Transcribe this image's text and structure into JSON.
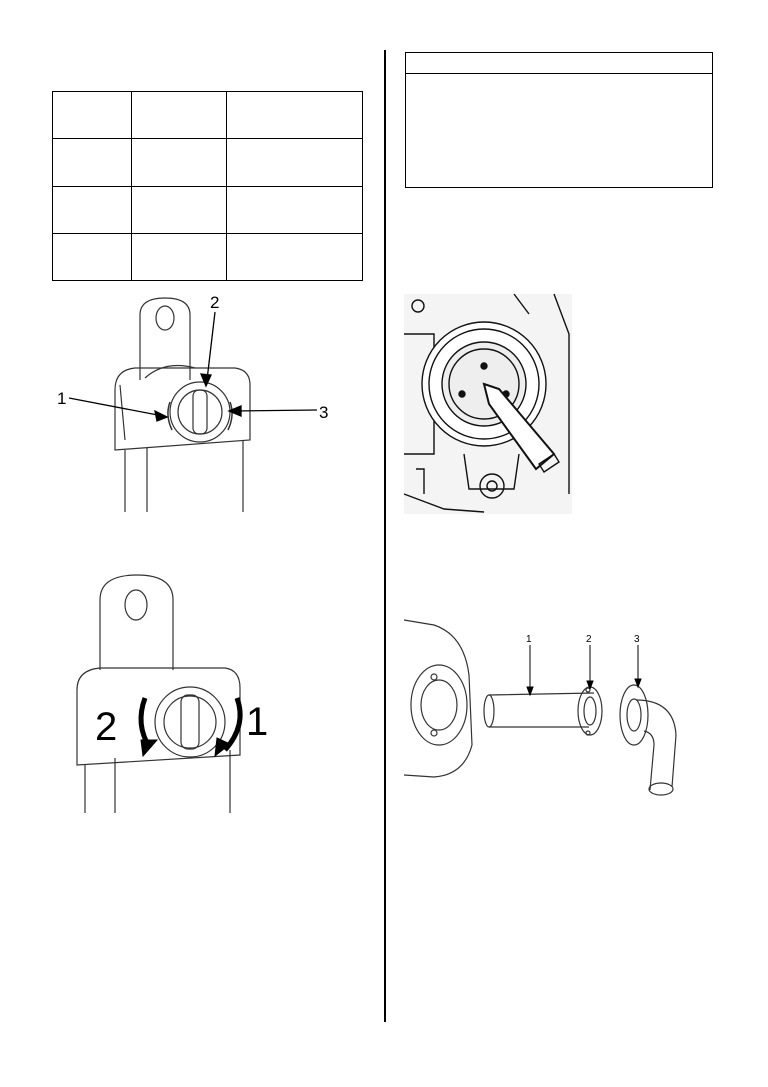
{
  "figure1": {
    "callouts": [
      "1",
      "2",
      "3"
    ]
  },
  "figure2": {
    "arrow_labels": [
      "2",
      "1"
    ]
  },
  "figure4": {
    "callouts": [
      "1",
      "2",
      "3"
    ]
  },
  "table": {
    "rows": 4,
    "cols": 3
  }
}
